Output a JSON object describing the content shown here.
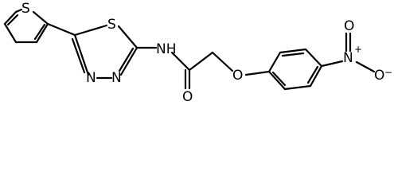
{
  "molecule": {
    "atoms": {
      "s_thiophene": "S",
      "s_thiadiazole": "S",
      "n_amide": "NH",
      "n_ring_1": "N",
      "n_ring_2": "N",
      "o_carbonyl": "O",
      "o_ether": "O",
      "n_nitro": "N",
      "n_nitro_charge": "+",
      "o_nitro_top": "O",
      "o_nitro_side": "O",
      "o_nitro_charge": "−"
    }
  },
  "colors": {
    "bond": "#000000",
    "label": "#000000",
    "background": "#ffffff"
  }
}
